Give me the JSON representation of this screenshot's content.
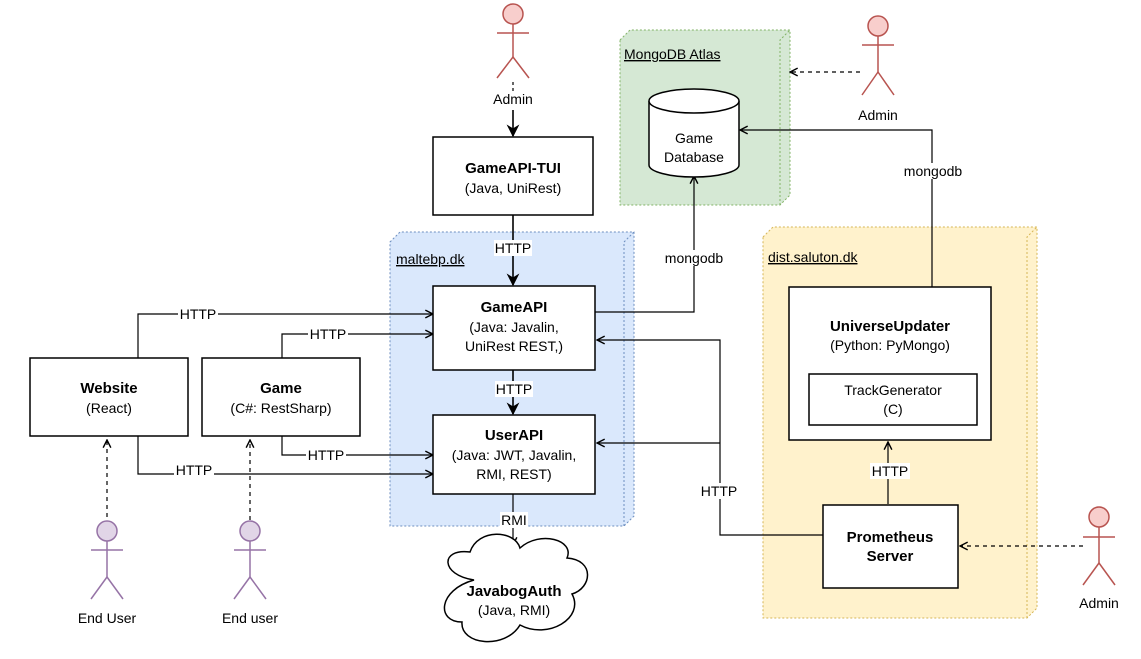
{
  "colors": {
    "actor_admin_fill": "#f8cecc",
    "actor_admin_stroke": "#b85450",
    "actor_user_fill": "#e1d5e7",
    "actor_user_stroke": "#9673a6",
    "zone_blue_fill": "#dae8fc",
    "zone_blue_stroke": "#6c8ebf",
    "zone_green_fill": "#d5e8d4",
    "zone_green_stroke": "#82b366",
    "zone_yellow_fill": "#fff2cc",
    "zone_yellow_stroke": "#d6b656"
  },
  "actors": {
    "admin_top": "Admin",
    "admin_mongo": "Admin",
    "admin_prometheus": "Admin",
    "end_user_website": "End User",
    "end_user_game": "End user"
  },
  "zones": {
    "maltebp": "maltebp.dk",
    "mongodb_atlas": "MongoDB Atlas",
    "dist_saluton": "dist.saluton.dk"
  },
  "nodes": {
    "gameapi_tui": {
      "title": "GameAPI-TUI",
      "subtitle": "(Java, UniRest)"
    },
    "gameapi": {
      "title": "GameAPI",
      "line1": "(Java: Javalin,",
      "line2": "UniRest REST,)"
    },
    "userapi": {
      "title": "UserAPI",
      "line1": "(Java: JWT, Javalin,",
      "line2": "RMI, REST)"
    },
    "website": {
      "title": "Website",
      "subtitle": "(React)"
    },
    "game": {
      "title": "Game",
      "subtitle": "(C#: RestSharp)"
    },
    "javabogauth": {
      "title": "JavabogAuth",
      "subtitle": "(Java, RMI)"
    },
    "game_database": {
      "line1": "Game",
      "line2": "Database"
    },
    "universe_updater": {
      "title": "UniverseUpdater",
      "subtitle": "(Python: PyMongo)"
    },
    "track_generator": {
      "line1": "TrackGenerator",
      "line2": "(C)"
    },
    "prometheus": {
      "line1": "Prometheus",
      "line2": "Server"
    }
  },
  "edges": {
    "tui_to_gameapi": "HTTP",
    "gameapi_to_mongo": "mongodb",
    "universe_to_mongo": "mongodb",
    "website_to_gameapi": "HTTP",
    "game_to_gameapi": "HTTP",
    "gameapi_to_userapi": "HTTP",
    "game_to_userapi": "HTTP",
    "website_to_userapi": "HTTP",
    "userapi_to_auth": "RMI",
    "prometheus_to_apis": "HTTP",
    "prometheus_to_universe": "HTTP"
  }
}
